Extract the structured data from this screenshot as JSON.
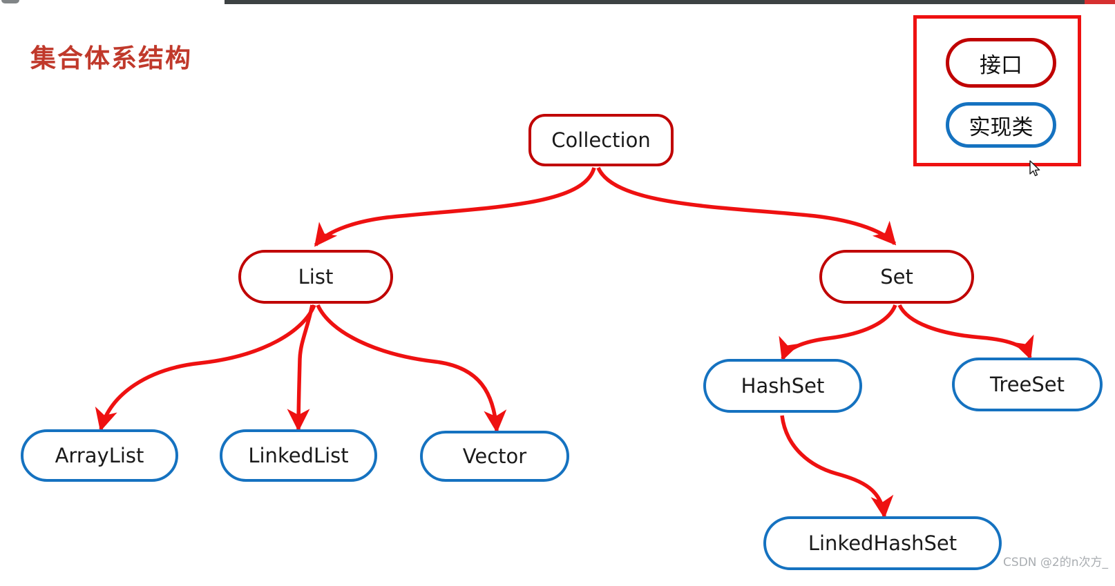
{
  "title": "集合体系结构",
  "legend": {
    "interface_label": "接口",
    "impl_label": "实现类",
    "interface_color": "#C00000",
    "impl_color": "#1572C0",
    "box_border_color": "#EE1111"
  },
  "diagram": {
    "type": "tree",
    "arrow_color": "#EE1111",
    "nodes": [
      {
        "id": "collection",
        "label": "Collection",
        "kind": "interface"
      },
      {
        "id": "list",
        "label": "List",
        "kind": "interface"
      },
      {
        "id": "set",
        "label": "Set",
        "kind": "interface"
      },
      {
        "id": "arraylist",
        "label": "ArrayList",
        "kind": "implementation"
      },
      {
        "id": "linkedlist",
        "label": "LinkedList",
        "kind": "implementation"
      },
      {
        "id": "vector",
        "label": "Vector",
        "kind": "implementation"
      },
      {
        "id": "hashset",
        "label": "HashSet",
        "kind": "implementation"
      },
      {
        "id": "treeset",
        "label": "TreeSet",
        "kind": "implementation"
      },
      {
        "id": "linkedhashset",
        "label": "LinkedHashSet",
        "kind": "implementation"
      }
    ],
    "edges": [
      {
        "from": "collection",
        "to": "list"
      },
      {
        "from": "collection",
        "to": "set"
      },
      {
        "from": "list",
        "to": "arraylist"
      },
      {
        "from": "list",
        "to": "linkedlist"
      },
      {
        "from": "list",
        "to": "vector"
      },
      {
        "from": "set",
        "to": "hashset"
      },
      {
        "from": "set",
        "to": "treeset"
      },
      {
        "from": "hashset",
        "to": "linkedhashset"
      }
    ]
  },
  "watermark": "CSDN @2的n次方_"
}
